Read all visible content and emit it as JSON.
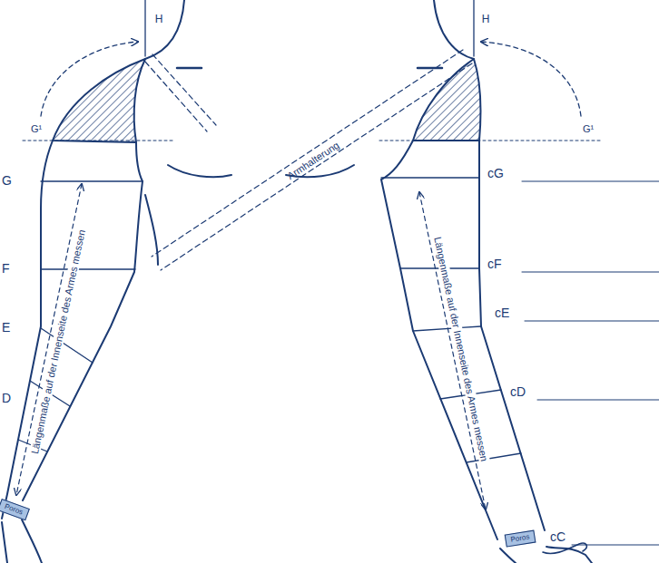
{
  "diagram": {
    "nodes": [
      {
        "text": [
          "Poros"
        ]
      },
      {
        "text": [
          "Poros"
        ]
      }
    ],
    "labels": [
      "H",
      "H",
      "G¹",
      "G¹",
      "Armhalterung",
      "Längenmaße auf der Innenseite des Armes messen",
      "Längenmaße auf der Innenseite des Armes messen",
      "G",
      "F",
      "E",
      "D",
      "cG",
      "cF",
      "cE",
      "cD",
      "cC"
    ]
  }
}
